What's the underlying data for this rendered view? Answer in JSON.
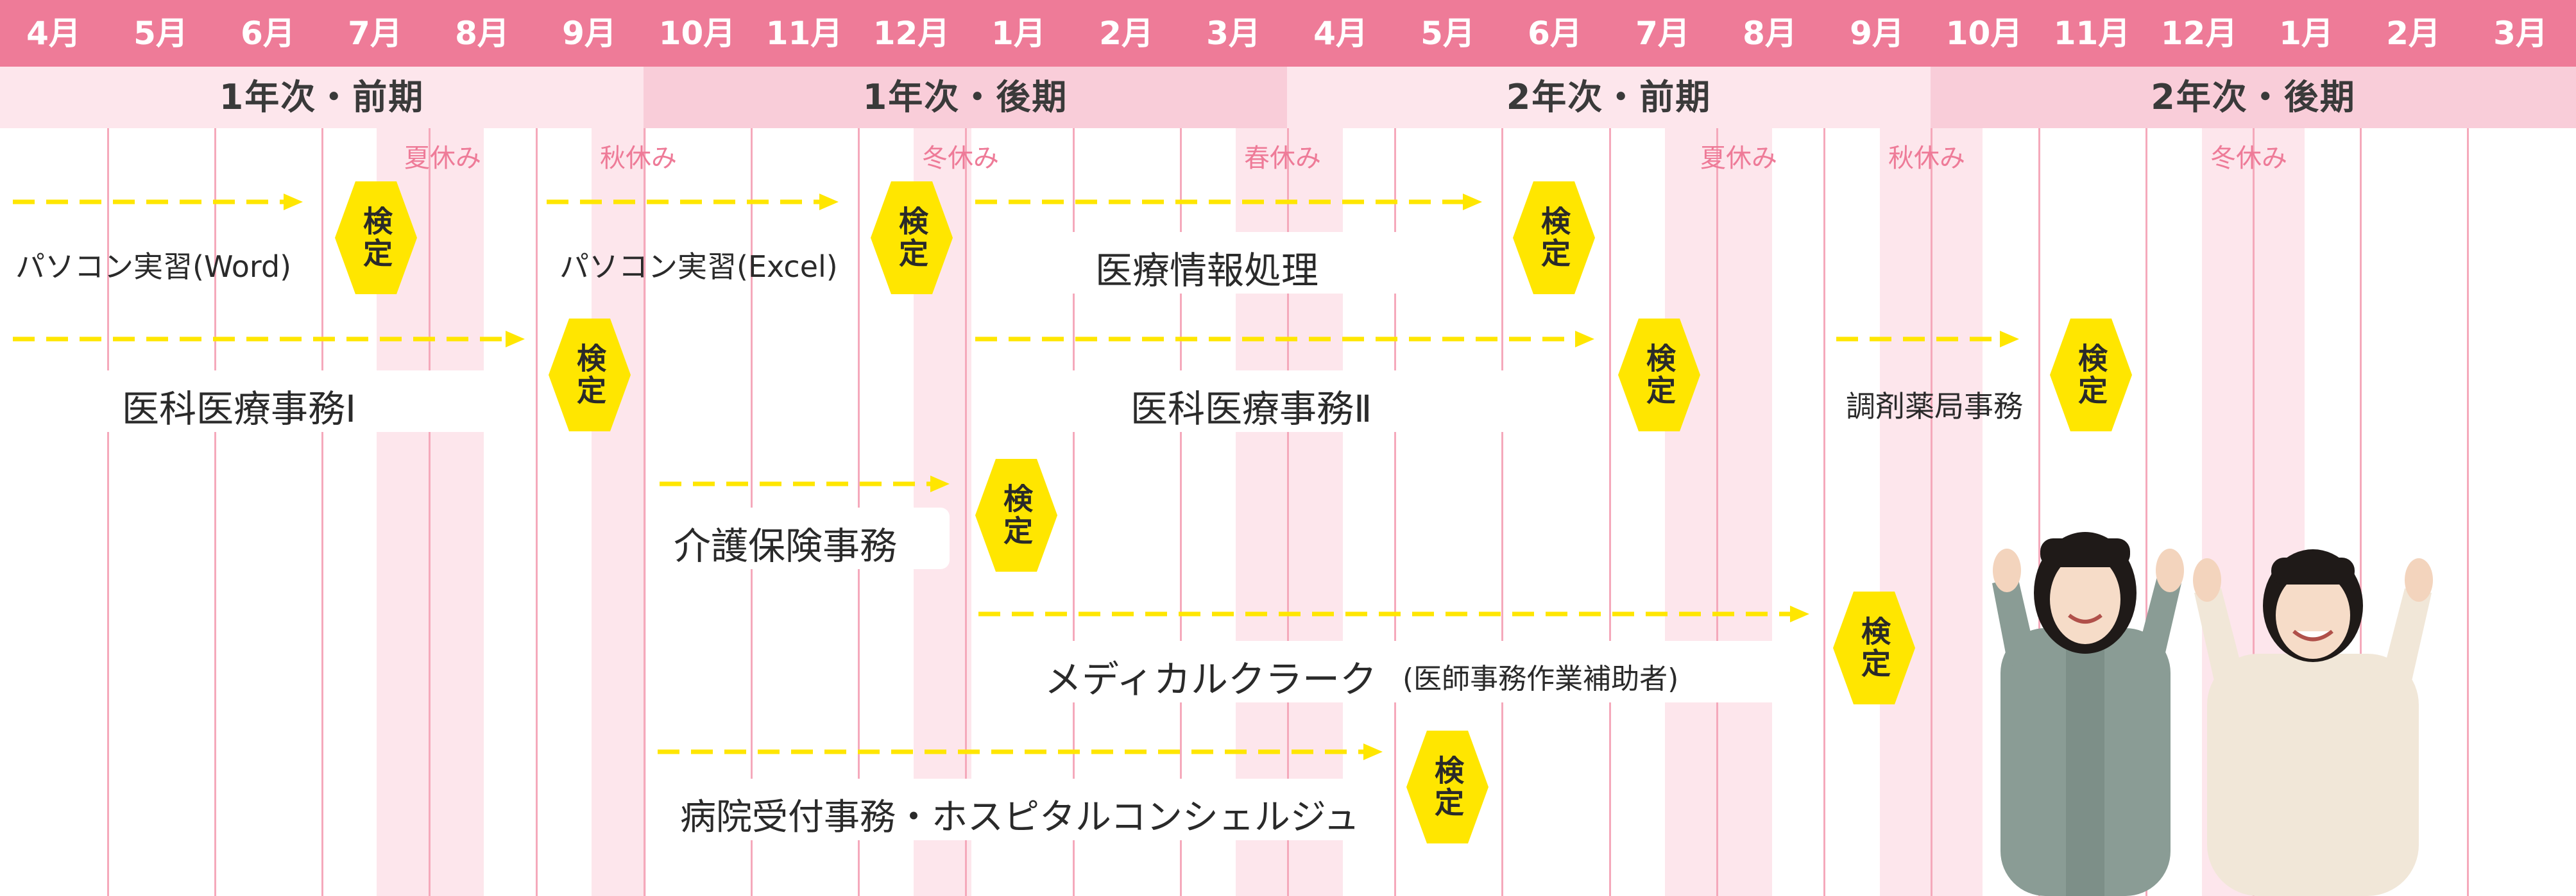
{
  "months": [
    "4月",
    "5月",
    "6月",
    "7月",
    "8月",
    "9月",
    "10月",
    "11月",
    "12月",
    "1月",
    "2月",
    "3月",
    "4月",
    "5月",
    "6月",
    "7月",
    "8月",
    "9月",
    "10月",
    "11月",
    "12月",
    "1月",
    "2月",
    "3月"
  ],
  "periods": [
    "1年次・前期",
    "1年次・後期",
    "2年次・前期",
    "2年次・後期"
  ],
  "vacations": [
    "夏休み",
    "秋休み",
    "冬休み",
    "春休み",
    "夏休み",
    "秋休み",
    "冬休み"
  ],
  "exam_label": "検定",
  "courses": [
    "パソコン実習(Word)",
    "パソコン実習(Excel)",
    "医療情報処理",
    "医科医療事務Ⅰ",
    "医科医療事務Ⅱ",
    "調剤薬局事務",
    "介護保険事務",
    "メディカルクラーク",
    "(医師事務作業補助者)",
    "病院受付事務・ホスピタルコンシェルジュ"
  ],
  "colors": {
    "header": "#ee7b98",
    "period_a": "#fde6ec",
    "period_b": "#f9cdd9",
    "arrow": "#ffe600",
    "exam_hex": "#ffe600",
    "vacation": "#fde6ec"
  }
}
